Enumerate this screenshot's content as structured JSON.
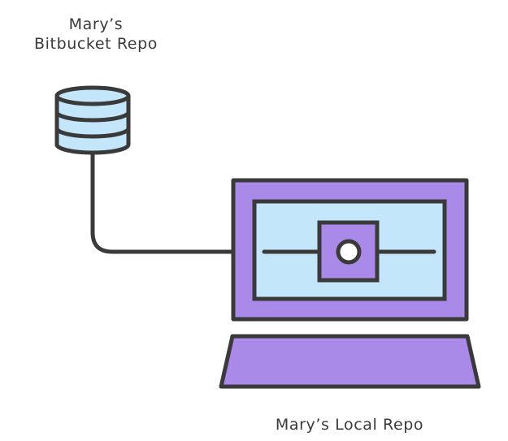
{
  "remote_repo": {
    "label_line1": "Mary’s",
    "label_line2": "Bitbucket Repo"
  },
  "local_repo": {
    "label": "Mary’s Local Repo"
  },
  "colors": {
    "stroke": "#3a3a3a",
    "database_fill": "#c4e6fb",
    "laptop_fill": "#a98ae8",
    "screen_fill": "#c4e6fb",
    "background": "#ffffff"
  },
  "icons": {
    "remote": "database-icon",
    "local": "laptop-icon"
  }
}
